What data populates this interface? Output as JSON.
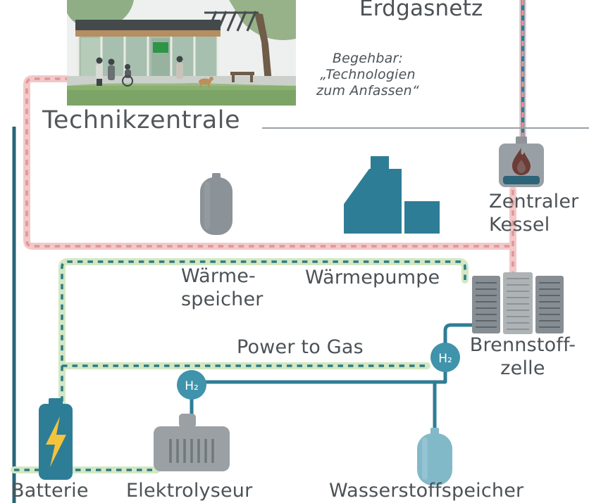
{
  "title": "Technikzentrale",
  "network_labels": {
    "erdgasnetz": "Erdgasnetz"
  },
  "photo": {
    "caption": "Begehbar:\n„Technologien\nzum Anfassen“"
  },
  "nodes": {
    "zentraler_kessel": "Zentraler\nKessel",
    "waermespeicher": "Wärme-\nspeicher",
    "waermepumpe": "Wärmepumpe",
    "brennstoffzelle": "Brennstoff-\nzelle",
    "power_to_gas": "Power to Gas",
    "batterie": "Batterie",
    "elektrolyseur": "Elektrolyseur",
    "wasserstoffspeicher": "Wasserstoffspeicher"
  },
  "badges": {
    "h2": "H₂"
  },
  "colors": {
    "pipe_teal": "#2E7D96",
    "grid_line_teal_dark": "#28667A",
    "heat_pink_dash": "#E09598",
    "heat_pink_glow": "#F2C8C8",
    "electric_green_glow": "#D3E8C2",
    "electric_dash_teal": "#2E7B86",
    "icon_gray": "#8E949A",
    "h2_circle_fill": "#3F93AB",
    "battery_bolt_yellow": "#F3C43C",
    "text_gray": "#4C5256"
  }
}
